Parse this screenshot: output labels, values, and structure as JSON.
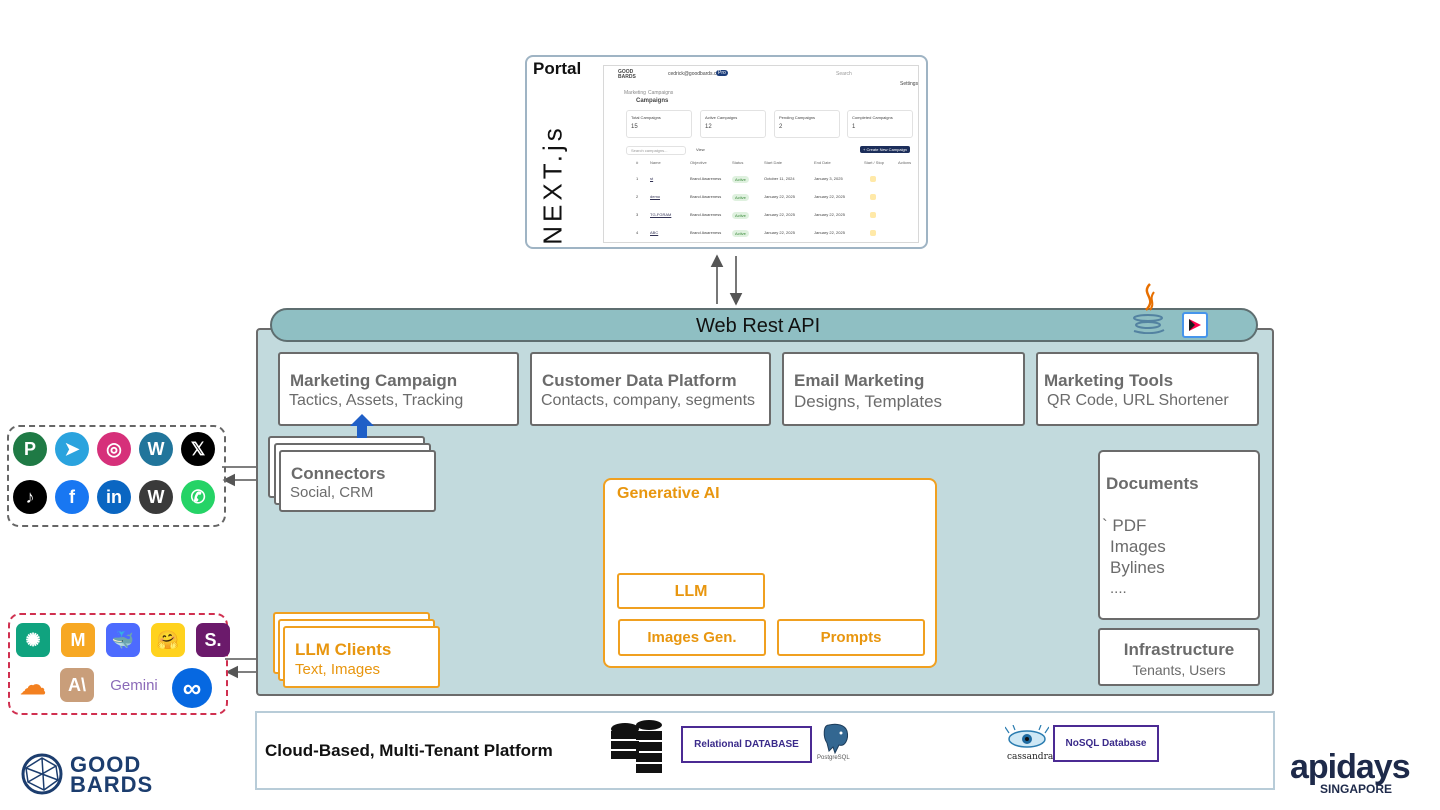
{
  "portal": {
    "title": "Portal",
    "framework_logo": "NEXT.js",
    "screen": {
      "brand": "GOOD BARDS",
      "account_email": "cedrick@goodbards.com",
      "account_badge": "Pro",
      "search_placeholder": "Search",
      "settings": "Settings",
      "breadcrumb": [
        "Marketing",
        "Campaigns"
      ],
      "page_title": "Campaigns",
      "stats": [
        {
          "label": "Total Campaigns",
          "value": "15"
        },
        {
          "label": "Active Campaigns",
          "value": "12"
        },
        {
          "label": "Pending Campaigns",
          "value": "2"
        },
        {
          "label": "Completed Campaigns",
          "value": "1"
        }
      ],
      "search_campaigns": "Search campaigns...",
      "view_button": "View",
      "create_button": "+ Create New Campaign",
      "columns": [
        "#",
        "Name",
        "Objective",
        "Status",
        "Start Date",
        "End Date",
        "Start / Stop",
        "Actions"
      ],
      "rows": [
        {
          "num": "1",
          "name": "st",
          "objective": "Brand Awareness",
          "status": "Active",
          "start": "October 11, 2024",
          "end": "January 3, 2025"
        },
        {
          "num": "2",
          "name": "demo",
          "objective": "Brand Awareness",
          "status": "Active",
          "start": "January 22, 2025",
          "end": "January 22, 2025"
        },
        {
          "num": "3",
          "name": "TG-FGRAM",
          "objective": "Brand Awareness",
          "status": "Active",
          "start": "January 22, 2025",
          "end": "January 22, 2025"
        },
        {
          "num": "4",
          "name": "ABC",
          "objective": "Brand Awareness",
          "status": "Active",
          "start": "January 22, 2025",
          "end": "January 22, 2025"
        }
      ]
    }
  },
  "api": {
    "title": "Web Rest API",
    "icons": [
      "java-icon",
      "quarkus-icon"
    ]
  },
  "modules": [
    {
      "title": "Marketing Campaign",
      "subtitle": "Tactics, Assets, Tracking"
    },
    {
      "title": "Customer Data Platform",
      "subtitle": "Contacts, company, segments"
    },
    {
      "title": "Email Marketing",
      "subtitle": "Designs, Templates"
    },
    {
      "title": "Marketing Tools",
      "subtitle": "QR Code, URL Shortener"
    }
  ],
  "connectors": {
    "title": "Connectors",
    "subtitle": "Social, CRM"
  },
  "social_icons": [
    {
      "name": "pinterest-icon",
      "glyph": "P",
      "color": "#1f7a45"
    },
    {
      "name": "telegram-icon",
      "glyph": "➤",
      "color": "#2aa3de"
    },
    {
      "name": "instagram-icon",
      "glyph": "◎",
      "color": "#d6307a"
    },
    {
      "name": "wordpress-icon",
      "glyph": "W",
      "color": "#21759b"
    },
    {
      "name": "x-icon",
      "glyph": "𝕏",
      "color": "#000000"
    },
    {
      "name": "tiktok-icon",
      "glyph": "♪",
      "color": "#000000"
    },
    {
      "name": "facebook-icon",
      "glyph": "f",
      "color": "#1877f2"
    },
    {
      "name": "linkedin-icon",
      "glyph": "in",
      "color": "#0a66c2"
    },
    {
      "name": "wordpress-dark-icon",
      "glyph": "W",
      "color": "#3a3a3a"
    },
    {
      "name": "whatsapp-icon",
      "glyph": "✆",
      "color": "#25d366"
    }
  ],
  "ai_icons": [
    {
      "name": "openai-icon",
      "glyph": "✺",
      "color": "#10a37f"
    },
    {
      "name": "mistral-icon",
      "glyph": "M",
      "color": "#f7a823"
    },
    {
      "name": "deepseek-icon",
      "glyph": "🐳",
      "color": "#4d6bfe"
    },
    {
      "name": "huggingface-icon",
      "glyph": "🤗",
      "color": "#ffd21e"
    },
    {
      "name": "perplexity-icon",
      "glyph": "S.",
      "color": "#6b1a6b"
    },
    {
      "name": "cloudflare-icon",
      "glyph": "☁",
      "color": "#f38020"
    },
    {
      "name": "anthropic-icon",
      "glyph": "A\\",
      "color": "#c99e7a"
    },
    {
      "name": "gemini-icon",
      "glyph": "Gemini",
      "color": "#8b6ab8"
    },
    {
      "name": "meta-icon",
      "glyph": "∞",
      "color": "#0668e1"
    }
  ],
  "generative_ai": {
    "title": "Generative AI",
    "llm": "LLM",
    "images_gen": "Images Gen.",
    "prompts": "Prompts"
  },
  "llm_clients": {
    "title": "LLM Clients",
    "subtitle": "Text, Images"
  },
  "documents": {
    "title": "Documents",
    "items": [
      "` PDF",
      "Images",
      "Bylines",
      "...."
    ]
  },
  "infrastructure": {
    "title": "Infrastructure",
    "subtitle": "Tenants, Users"
  },
  "platform": {
    "title": "Cloud-Based, Multi-Tenant Platform",
    "relational": "Relational DATABASE",
    "nosql": "NoSQL Database",
    "postgres_label": "PostgreSQL",
    "cassandra_label": "cassandra"
  },
  "branding": {
    "goodbards_line1": "GOOD",
    "goodbards_line2": "BARDS",
    "apidays": "apidays",
    "apidays_sub": "SINGAPORE"
  },
  "colors": {
    "platform_bg": "#c2dadd",
    "api_bar": "#8fbfc3",
    "orange": "#f0a020",
    "db_border": "#4b2a93",
    "connector_arrow": "#1f5fc7"
  }
}
